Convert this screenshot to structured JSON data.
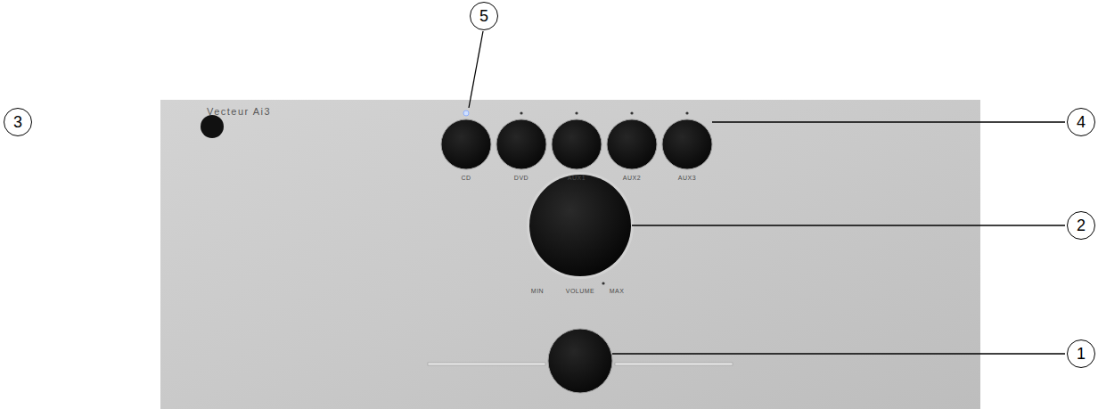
{
  "diagram": {
    "labels": [
      "5",
      "Vecteur Ai3",
      "3",
      "CD",
      "DVD",
      "AUX1",
      "AUX2",
      "AUX3",
      "4",
      "2",
      "MIN",
      "VOLUME",
      "MAX",
      "1"
    ]
  }
}
